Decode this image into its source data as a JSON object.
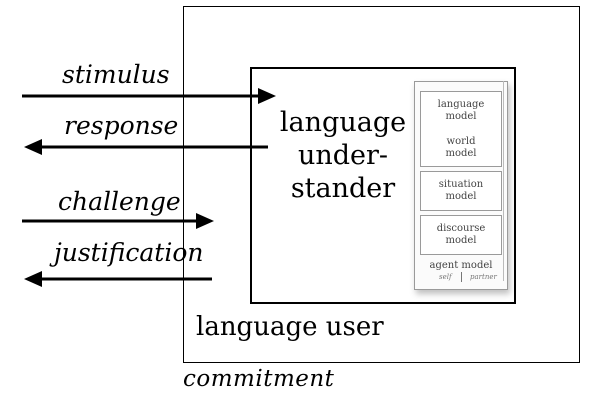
{
  "labels": {
    "stimulus": "stimulus",
    "response": "response",
    "challenge": "challenge",
    "justification": "justification",
    "commitment": "commitment",
    "language_user": "language user",
    "language_understander": "language\nunder-\nstander"
  },
  "inner_figure": {
    "language_model": "language\nmodel",
    "world_model": "world\nmodel",
    "situation_model": "situation\nmodel",
    "discourse_model": "discourse\nmodel",
    "agent_model": "agent model",
    "self": "self",
    "partner": "partner"
  },
  "colors": {
    "background": "#ffffff",
    "frame": "#000000",
    "ink": "#000000",
    "inner_ink": "#444444"
  }
}
